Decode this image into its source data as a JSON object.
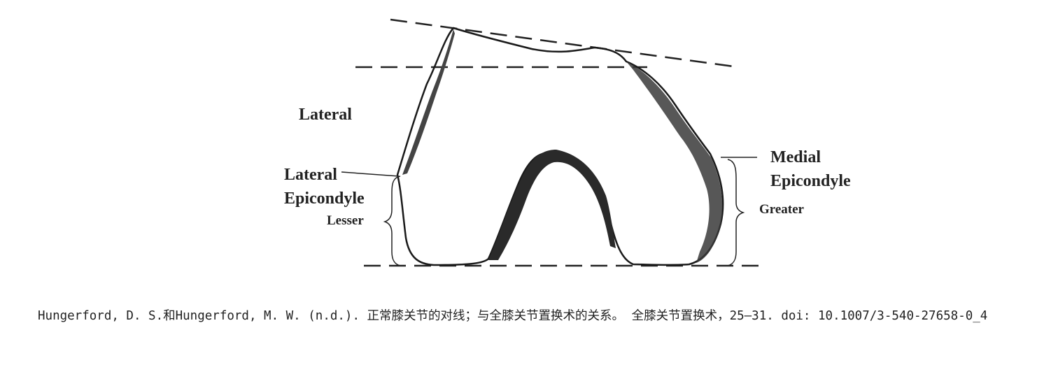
{
  "diagram": {
    "labels": {
      "lateral": "Lateral",
      "lateral_epicondyle": "Lateral\nEpicondyle",
      "lesser": "Lesser",
      "medial_epicondyle": "Medial\nEpicondyle",
      "greater": "Greater"
    }
  },
  "caption": {
    "text": "Hungerford, D. S.和Hungerford, M. W. (n.d.). 正常膝关节的对线；与全膝关节置换术的关系。 全膝关节置换术，25–31. doi: 10.1007/3-540-27658-0_4"
  }
}
